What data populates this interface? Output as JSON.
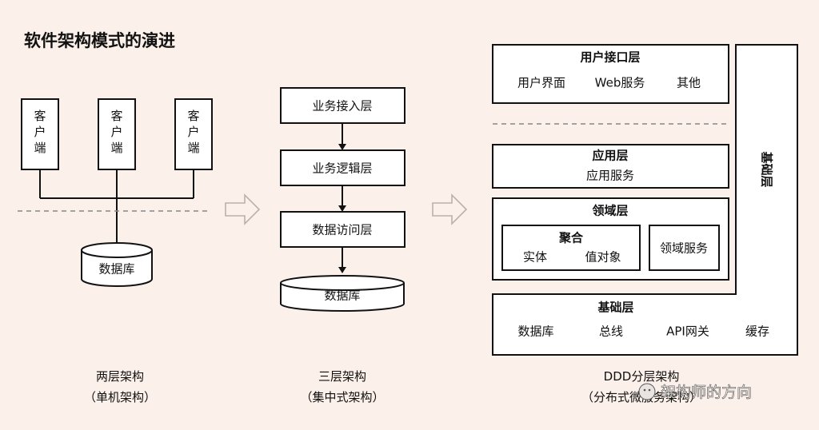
{
  "title": "软件架构模式的演进",
  "two_tier": {
    "client_label": "客户端",
    "db_label": "数据库",
    "caption": "两层架构",
    "subcaption": "（单机架构）"
  },
  "three_tier": {
    "layers": [
      "业务接入层",
      "业务逻辑层",
      "数据访问层"
    ],
    "db_label": "数据库",
    "caption": "三层架构",
    "subcaption": "（集中式架构）"
  },
  "ddd": {
    "ui_layer": {
      "title": "用户接口层",
      "items": [
        "用户界面",
        "Web服务",
        "其他"
      ]
    },
    "app_layer": {
      "title": "应用层",
      "item": "应用服务"
    },
    "domain_layer": {
      "title": "领域层",
      "aggregate": {
        "title": "聚合",
        "items": [
          "实体",
          "值对象"
        ]
      },
      "service": "领域服务"
    },
    "infra_layer": {
      "title": "基础层",
      "items": [
        "数据库",
        "总线",
        "API网关",
        "缓存"
      ]
    },
    "infra_vertical_label": "基础层",
    "caption": "DDD分层架构",
    "subcaption": "（分布式微服务架构）"
  },
  "watermark": "架构师的方向"
}
